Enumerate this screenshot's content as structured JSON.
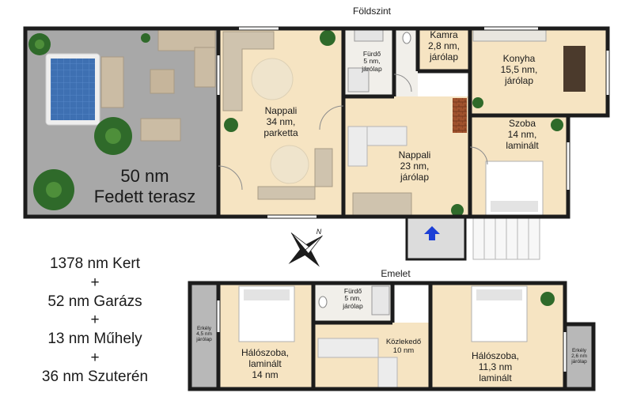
{
  "ground_floor": {
    "title": "Földszint",
    "terrace": {
      "area": "50 nm",
      "name": "Fedett terasz"
    },
    "rooms": {
      "nappali_large": [
        "Nappali",
        "34 nm,",
        "parketta"
      ],
      "furdo": [
        "Fürdő",
        "5 nm,",
        "járólap"
      ],
      "kamra": [
        "Kamra",
        "2,8 nm,",
        "járólap"
      ],
      "konyha": [
        "Konyha",
        "15,5 nm,",
        "járólap"
      ],
      "nappali_small": [
        "Nappali",
        "23 nm,",
        "járólap"
      ],
      "szoba": [
        "Szoba",
        "14 nm,",
        "laminált"
      ]
    }
  },
  "upper_floor": {
    "title": "Emelet",
    "rooms": {
      "erkely_left": [
        "Erkély",
        "4,5 nm",
        "járólap"
      ],
      "haloszoba_left": [
        "Hálószoba,",
        "laminált",
        "14 nm"
      ],
      "furdo": [
        "Fürdő",
        "5 nm,",
        "járólap"
      ],
      "kozlekedo": [
        "Közlekedő",
        "10 nm"
      ],
      "haloszoba_right": [
        "Hálószoba,",
        "11,3 nm",
        "laminált"
      ],
      "erkely_right": [
        "Erkély",
        "2,6 nm",
        "járólap"
      ]
    }
  },
  "compass": {
    "north_label": "N"
  },
  "summary": {
    "lines": [
      "1378 nm Kert",
      "+",
      "52 nm Garázs",
      "+",
      "13 nm Műhely",
      "+",
      "36 nm Szuterén"
    ]
  },
  "colors": {
    "wall": "#1c1c1c",
    "floor": "#f7e6c4",
    "tile_floor": "#f3f1ec",
    "terrace": "#a9a9a9",
    "pool_water": "#3d6fb0",
    "sofa": "#cdbfa8",
    "entrance_arrow": "#1c3fd6"
  }
}
